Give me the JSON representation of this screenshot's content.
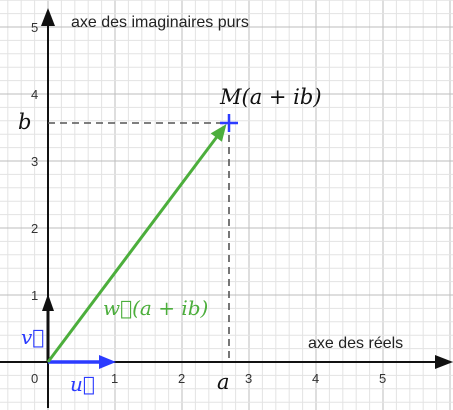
{
  "figure": {
    "y_axis_title": "axe des imaginaires purs",
    "x_axis_title": "axe des réels",
    "origin_label": "0",
    "x_ticks": [
      "1",
      "2",
      "3",
      "4",
      "5"
    ],
    "y_ticks": [
      "1",
      "2",
      "3",
      "4",
      "5"
    ],
    "point_label": "M(a + ib)",
    "vector_w_label": "w⃗(a + ib)",
    "vector_u_label": "u⃗",
    "vector_v_label": "v⃗",
    "a_label": "a",
    "b_label": "b",
    "point": {
      "x": 2.7,
      "y": 3.6
    },
    "colors": {
      "green": "#4cae3c",
      "blue": "#2b3bff",
      "axes": "#111111",
      "grid_major": "#bdbdbd",
      "grid_minor": "#e3e3e3",
      "dashed": "#555555"
    }
  }
}
